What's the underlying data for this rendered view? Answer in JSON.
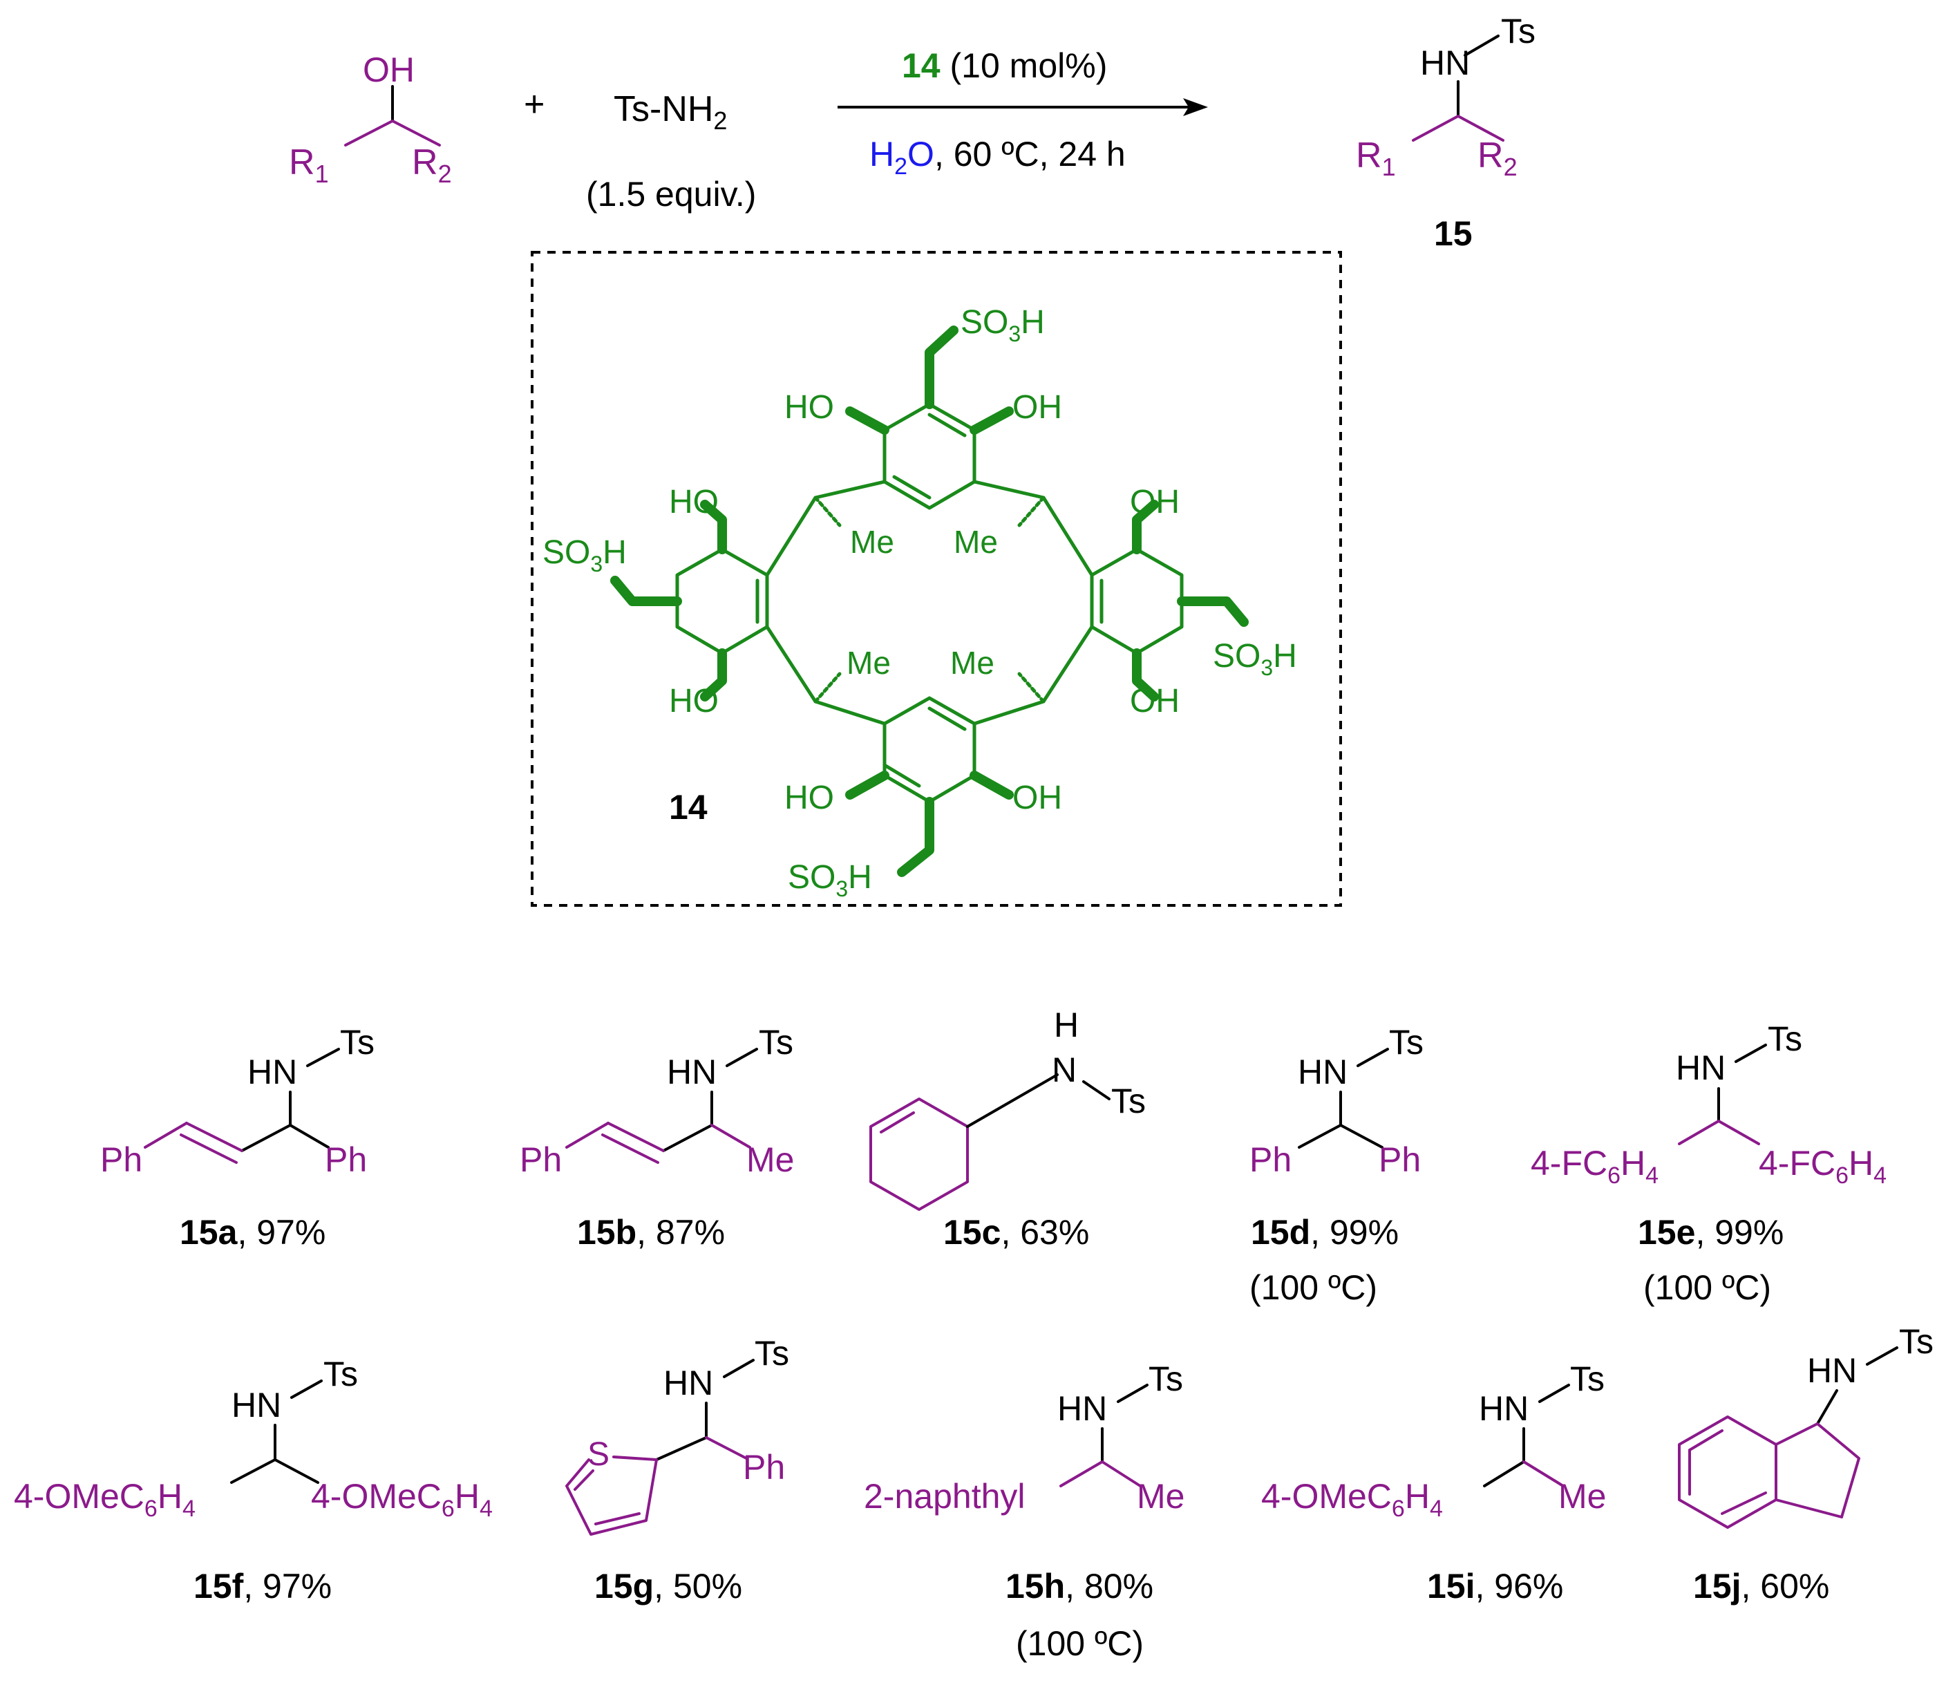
{
  "colors": {
    "substituent": "#8b1a8b",
    "catalyst": "#1a8a1a",
    "water": "#1a1aee",
    "text": "#000000"
  },
  "reaction": {
    "reactant_oh": "OH",
    "r1": "R",
    "r1_sub": "1",
    "r2": "R",
    "r2_sub": "2",
    "plus": "+",
    "amine": "Ts-NH",
    "amine_sub": "2",
    "amine_equiv": "(1.5 equiv.)",
    "cat_label": "14",
    "cat_loading": " (10 mol%)",
    "solvent_h": "H",
    "solvent_sub": "2",
    "solvent_o": "O",
    "conditions": ", 60 ºC, 24 h",
    "product_hn": "HN",
    "product_ts": "Ts",
    "product_label": "15"
  },
  "catalyst": {
    "label": "14",
    "ho": "HO",
    "oh": "OH",
    "me": "Me",
    "so3h_a": "SO",
    "so3h_sub": "3",
    "so3h_b": "H"
  },
  "products": [
    {
      "label": "15a",
      "yield": ", 97%",
      "note": "",
      "left": "Ph",
      "right": "Ph"
    },
    {
      "label": "15b",
      "yield": ", 87%",
      "note": "",
      "left": "Ph",
      "right": "Me"
    },
    {
      "label": "15c",
      "yield": ", 63%",
      "note": "",
      "h": "H",
      "n": "N",
      "ts": "Ts"
    },
    {
      "label": "15d",
      "yield": ", 99%",
      "note": "(100 ºC)",
      "left": "Ph",
      "right": "Ph"
    },
    {
      "label": "15e",
      "yield": ", 99%",
      "note": "(100 ºC)",
      "left_a": "4-FC",
      "left_sub1": "6",
      "left_b": "H",
      "left_sub2": "4",
      "right_a": "4-FC",
      "right_sub1": "6",
      "right_b": "H",
      "right_sub2": "4"
    },
    {
      "label": "15f",
      "yield": ", 97%",
      "note": "",
      "left_a": "4-OMeC",
      "left_sub1": "6",
      "left_b": "H",
      "left_sub2": "4",
      "right_a": "4-OMeC",
      "right_sub1": "6",
      "right_b": "H",
      "right_sub2": "4"
    },
    {
      "label": "15g",
      "yield": ", 50%",
      "note": "",
      "s": "S",
      "right": "Ph"
    },
    {
      "label": "15h",
      "yield": ", 80%",
      "note": "(100 ºC)",
      "left": "2-naphthyl",
      "right": "Me"
    },
    {
      "label": "15i",
      "yield": ", 96%",
      "note": "",
      "left_a": "4-OMeC",
      "left_sub1": "6",
      "left_b": "H",
      "left_sub2": "4",
      "right": "Me"
    },
    {
      "label": "15j",
      "yield": ", 60%",
      "note": ""
    }
  ],
  "common": {
    "hn": "HN",
    "ts": "Ts"
  }
}
